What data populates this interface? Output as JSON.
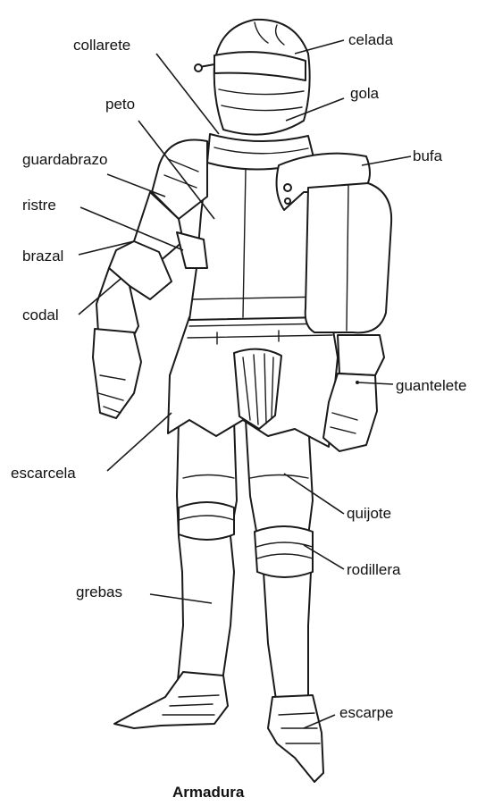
{
  "caption": "Armadura",
  "labels": {
    "collarete": "collarete",
    "celada": "celada",
    "peto": "peto",
    "gola": "gola",
    "guardabrazo": "guardabrazo",
    "bufa": "bufa",
    "ristre": "ristre",
    "brazal": "brazal",
    "codal": "codal",
    "guantelete": "guantelete",
    "escarcela": "escarcela",
    "quijote": "quijote",
    "rodillera": "rodillera",
    "grebas": "grebas",
    "escarpe": "escarpe"
  },
  "colors": {
    "ink": "#1a1a1a",
    "paper": "#ffffff"
  }
}
